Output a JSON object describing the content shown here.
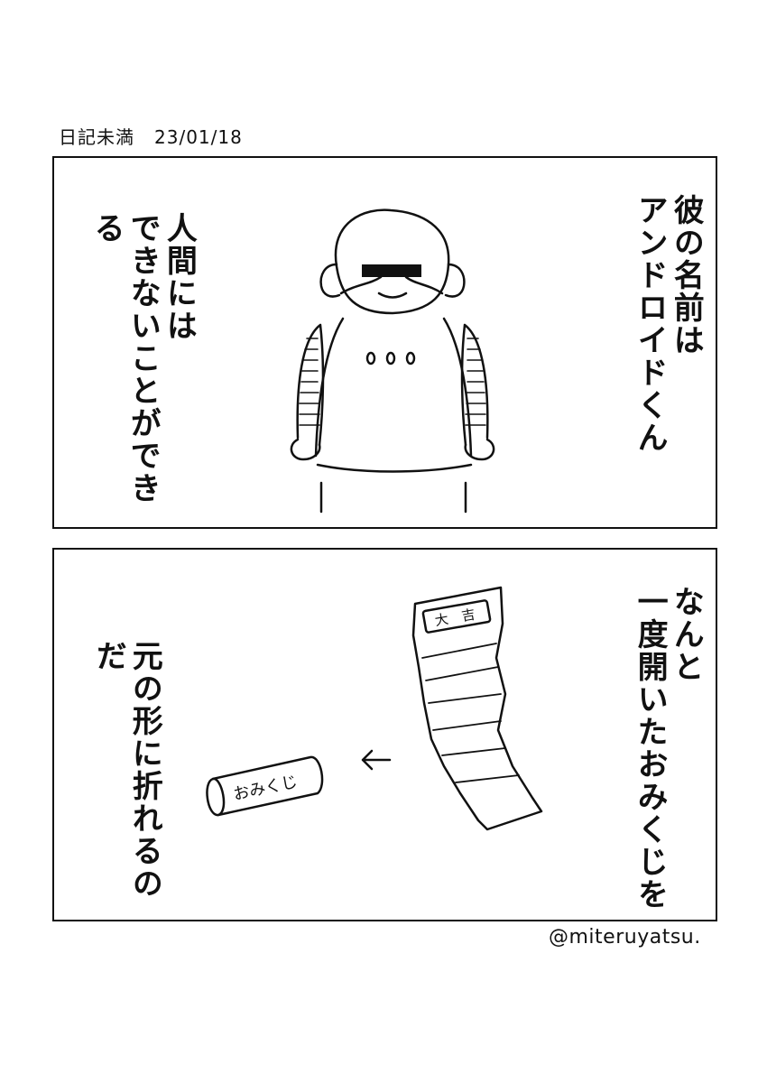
{
  "header": {
    "title": "日記未満",
    "date": "23/01/18"
  },
  "panel1": {
    "right_text": [
      "彼の名前は",
      "アンドロイドくん"
    ],
    "left_text": [
      "人間には",
      "できないことができる"
    ]
  },
  "panel2": {
    "right_text": [
      "なんと",
      "一度開いたおみくじを"
    ],
    "left_text": [
      "元の形に折れるのだ"
    ],
    "slip_label": "大　吉",
    "rolled_label": "おみくじ"
  },
  "credit": "@miteruyatsu."
}
